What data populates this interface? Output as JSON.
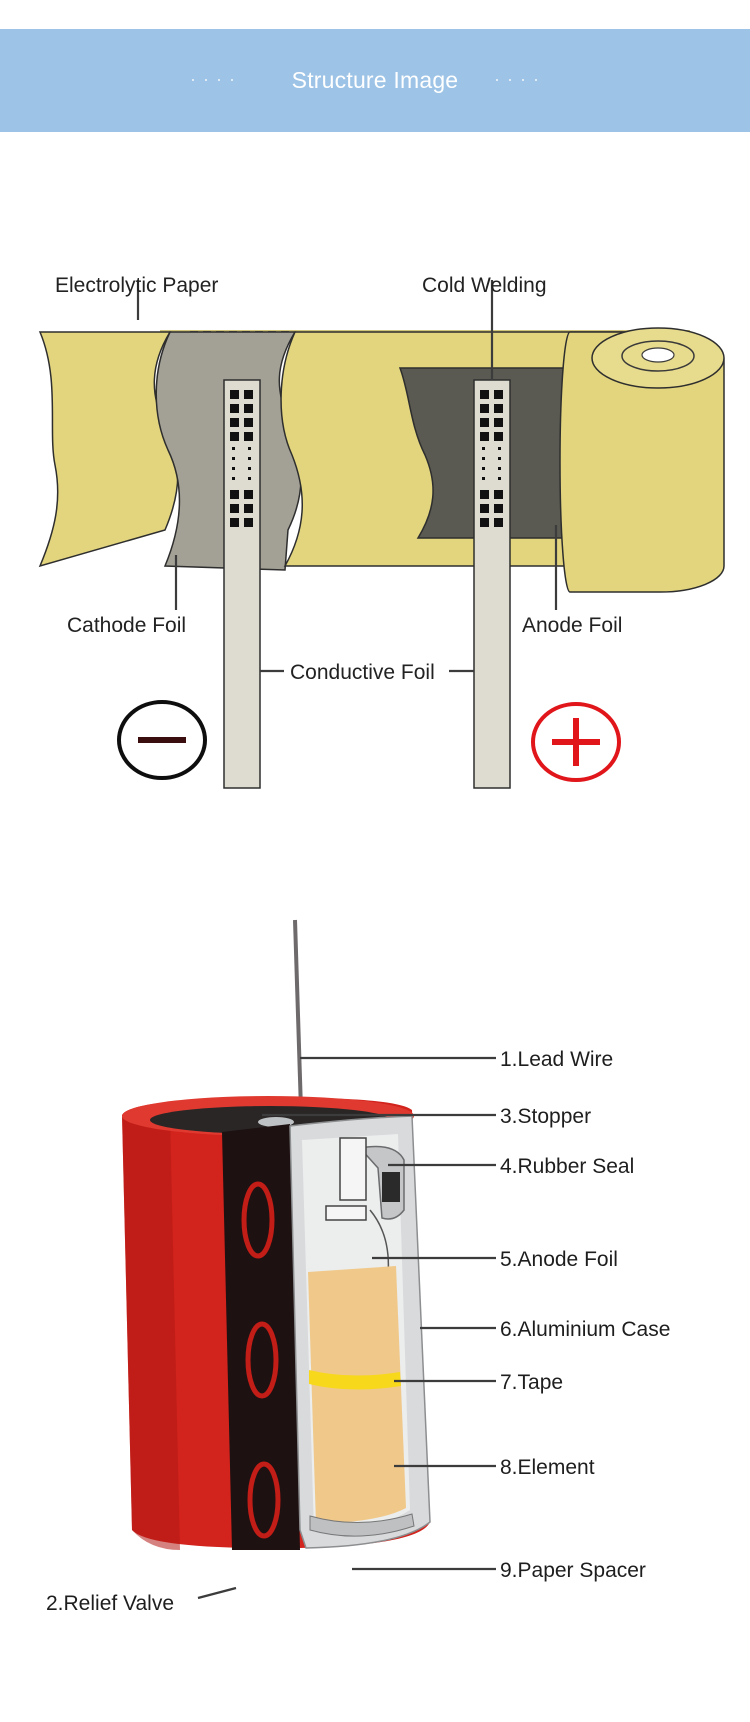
{
  "header": {
    "title": "Structure Image",
    "dots_left": "····",
    "dots_right": "····"
  },
  "diagram_top": {
    "labels": {
      "electrolytic_paper": "Electrolytic Paper",
      "cold_welding": "Cold Welding",
      "cathode_foil": "Cathode Foil",
      "anode_foil": "Anode Foil",
      "conductive_foil": "Conductive Foil"
    },
    "colors": {
      "paper": "#e2d57e",
      "cathode": "#a3a196",
      "anode": "#5a5a52",
      "terminal": "#dedcd0",
      "minus": "#3a0e0e",
      "plus": "#e0161b"
    }
  },
  "diagram_bottom": {
    "labels": {
      "lead_wire": "1.Lead Wire",
      "relief_valve": "2.Relief Valve",
      "stopper": "3.Stopper",
      "rubber_seal": "4.Rubber Seal",
      "anode_foil": "5.Anode Foil",
      "aluminium_case": "6.Aluminium Case",
      "tape": "7.Tape",
      "element": "8.Element",
      "paper_spacer": "9.Paper Spacer"
    },
    "colors": {
      "sleeve": "#d2231c",
      "band": "#1d1112",
      "element": "#f0c98a",
      "tape": "#f7d81a",
      "case": "#d9dadc"
    }
  }
}
